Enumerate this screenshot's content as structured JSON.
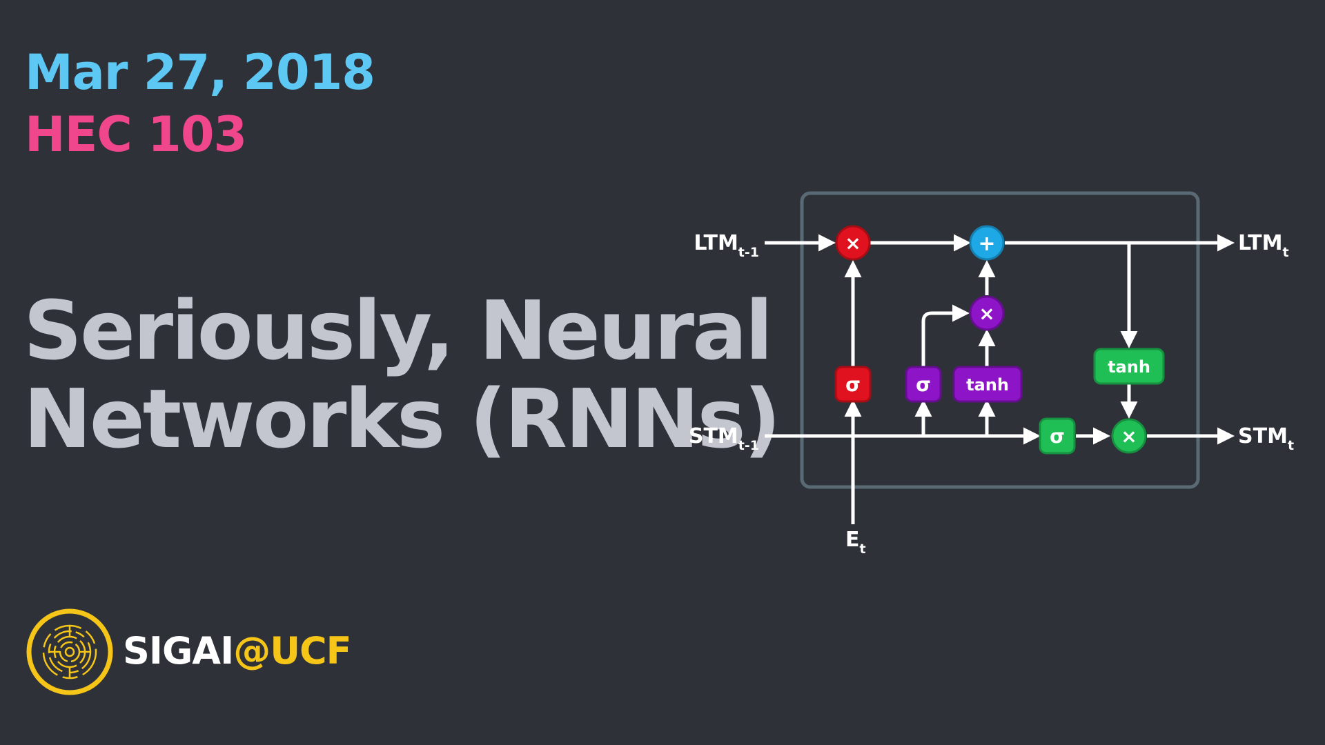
{
  "header": {
    "date": "Mar 27, 2018",
    "room": "HEC 103"
  },
  "title": {
    "line1": "Seriously, Neural",
    "line2": "Networks (RNNs)"
  },
  "brand": {
    "name": "SIGAI",
    "suffix": "@UCF"
  },
  "diagram": {
    "labels": {
      "ltm_prev": "LTM",
      "ltm_prev_sub": "t-1",
      "stm_prev": "STM",
      "stm_prev_sub": "t-1",
      "ltm_next": "LTM",
      "ltm_next_sub": "t",
      "stm_next": "STM",
      "stm_next_sub": "t",
      "event": "E",
      "event_sub": "t"
    },
    "nodes": {
      "forget_multiply": "×",
      "add": "+",
      "learn_multiply": "×",
      "output_multiply": "×",
      "forget_sigma": "σ",
      "learn_sigma": "σ",
      "learn_tanh": "tanh",
      "output_tanh": "tanh",
      "output_sigma": "σ"
    },
    "colors": {
      "forget": "#e0121f",
      "add": "#1ea8e6",
      "learn": "#8e14c8",
      "use": "#1fbf55",
      "frame": "#5a6a74"
    }
  }
}
